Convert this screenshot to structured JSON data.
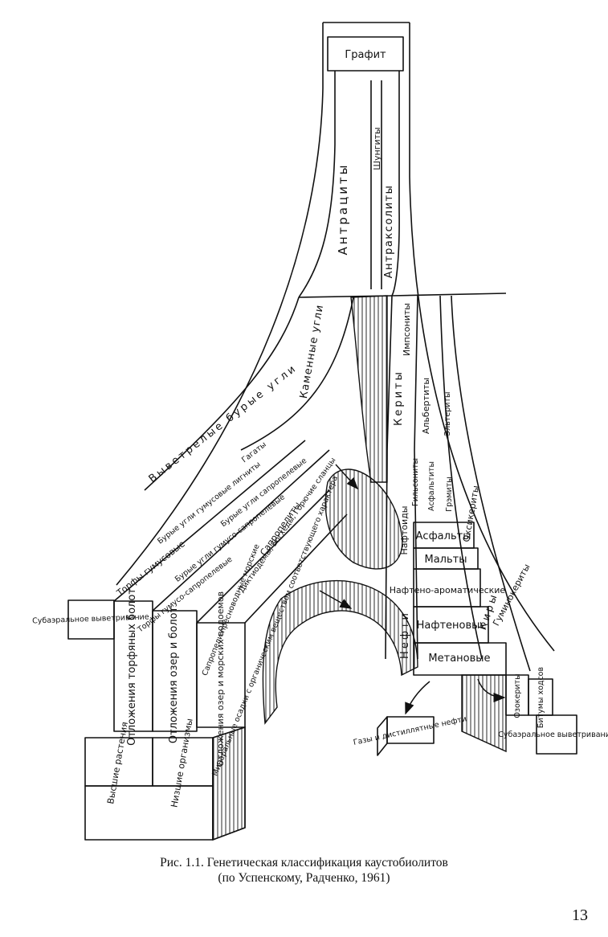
{
  "labels": {
    "grafit": "Графит",
    "shungity": "Шунгиты",
    "antracity": "Антрациты",
    "antraksolity": "Антраксолиты",
    "impsonity": "Импсониты",
    "kamennye_ugli": "Каменные угли",
    "vyvetrelye_burye_ugli": "Выветрелые бурые угли",
    "kerity": "Кериты",
    "albertity": "Альбертиты",
    "elaterity": "Эльтериты",
    "burye_ugli_gumusovye_lignity": "Бурые угли гумусовые лигниты",
    "gagaty": "Гагаты",
    "burye_ugli_sapropelevye": "Бурые угли сапропелевые",
    "burye_ugli_gumuso_sapropelevye": "Бурые угли гумусо-сапропелевые",
    "torfy_gumusovye": "Торфы гумусовые",
    "torfy_gumuso_sapropelevye": "Торфы гумусо-сапропелевые",
    "sapropelity": "Сапропелиты",
    "goryuchie_slancy": "Диктиодемы, Богхеды, Горючие сланцы",
    "sapropeli_presnovodnye_morskie": "Сапропели пресноводные морские",
    "mineralnye_osadki": "Минеральные осадки с органическим веществом соответствующего характера",
    "gilsonity": "Гильсониты",
    "asfaltity": "Асфальтиты",
    "grezmity": "Грэмиты",
    "oksikerity": "Оксикериты",
    "guminokerity": "Гуминокериты",
    "naftoidy": "Нафтоиды",
    "asfalty": "Асфальты",
    "malty": "Мальты",
    "nafteno_aromaticheskie": "Нафтено-ароматические",
    "naftenovye": "Нафтеновые",
    "metanovye": "Метановые",
    "nefti": "Нефти",
    "kiry": "Киры",
    "subaeral_left": "Субаэральное выветривание",
    "subaeral_right": "Субаэральное выветривание",
    "otlozheniya_torfyanyh_bolot": "Отложения торфяных болот",
    "otlozheniya_ozer_i_bolot": "Отложения озер и болот",
    "otlozheniya_ozer_morskih": "Отложения озер и морских водоемов",
    "vysshie_rasteniya": "Высшие растения",
    "nizshie_organizmy": "Низшие организмы",
    "gazy_distillyaty": "Газы и дистиллятные нефти",
    "ozokerity": "Озокериты",
    "bitumoidy_hodsov": "Битумы ходсов"
  },
  "caption": {
    "line1": "Рис. 1.1. Генетическая классификация каустобиолитов",
    "line2": "(по Успенскому, Радченко, 1961)"
  },
  "page_number": "13"
}
